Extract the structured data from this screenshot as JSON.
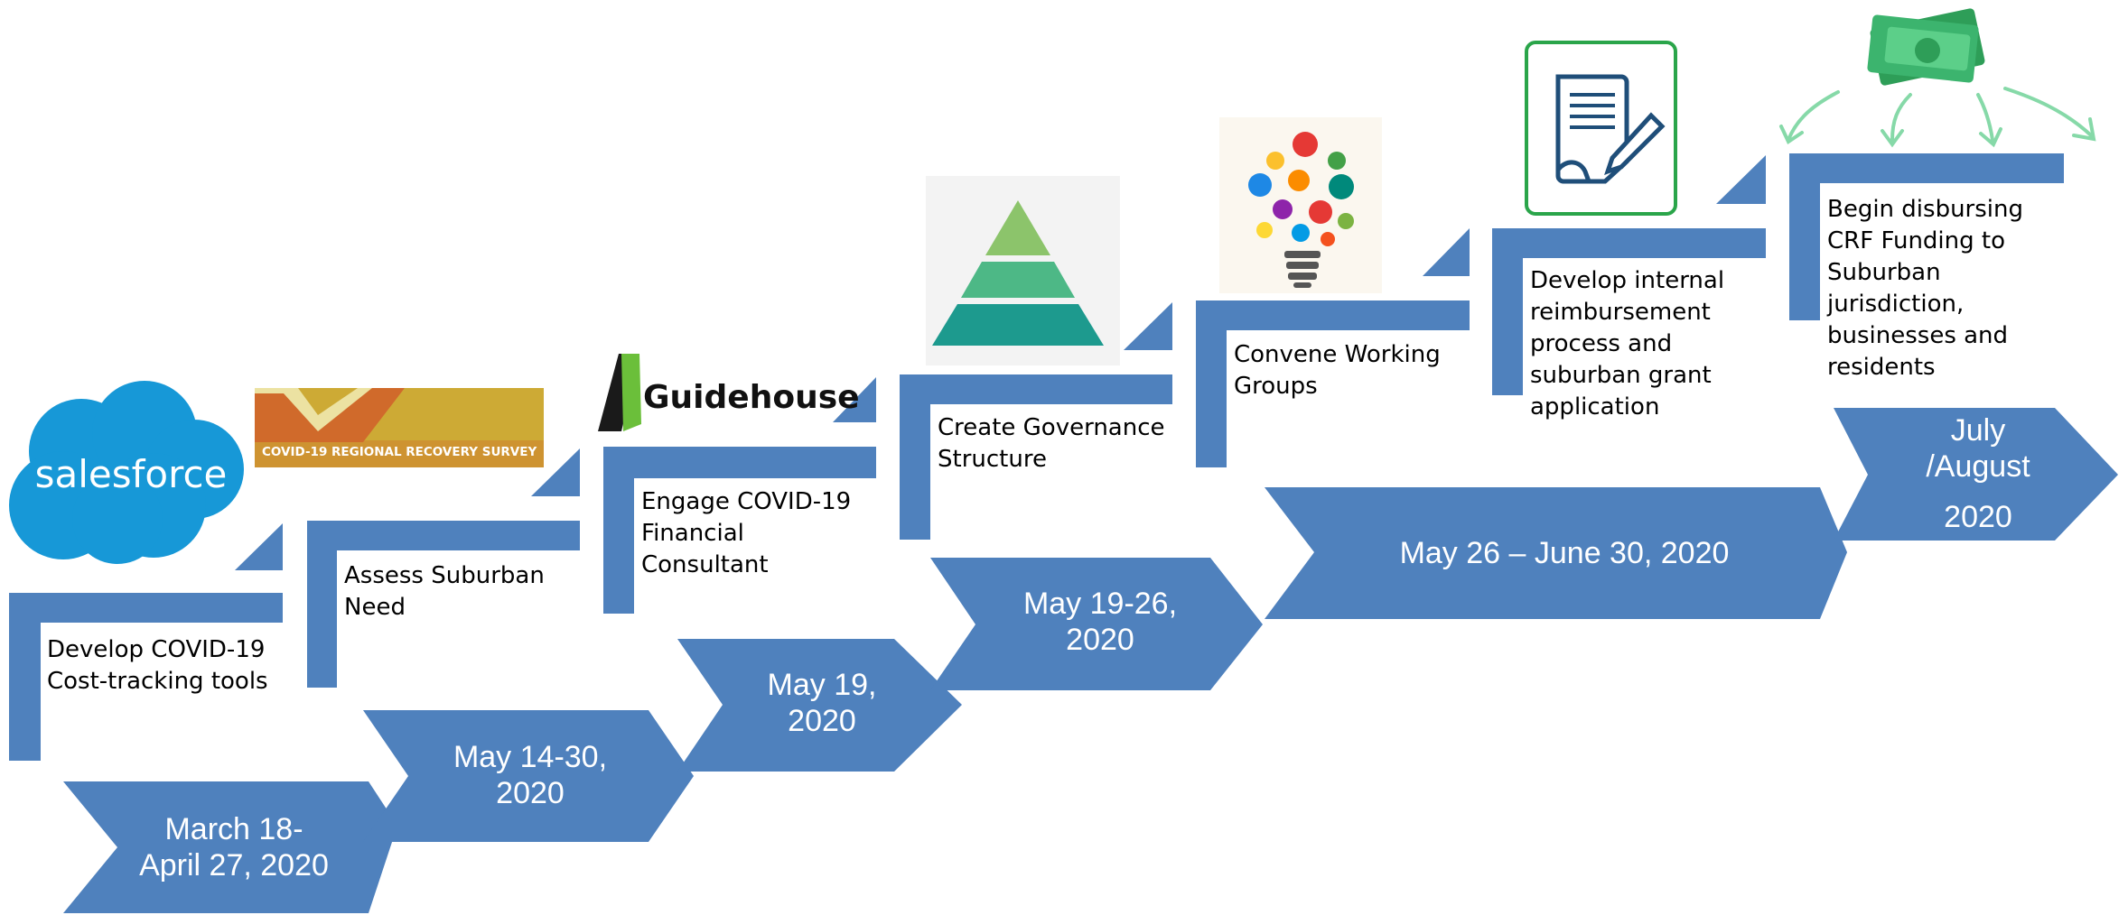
{
  "colors": {
    "timeline_blue": "#4f81bd",
    "salesforce_blue": "#1798d7",
    "survey_gold": "#cdaa35",
    "survey_orange": "#d06a2b",
    "pyramid_green": "#8cc46b",
    "money_green": "#3cb46e",
    "document_border": "#2aa54a"
  },
  "phases": [
    {
      "date_lines": [
        "March 18-",
        "April 27, 2020"
      ],
      "step_lines": [
        "Develop COVID-19",
        "Cost-tracking tools"
      ],
      "icon": "salesforce-logo-icon",
      "logo_text": "salesforce"
    },
    {
      "date_lines": [
        "May 14-30,",
        "2020"
      ],
      "step_lines": [
        "Assess Suburban",
        "Need"
      ],
      "icon": "covid-survey-logo-icon",
      "logo_text": "COVID-19 REGIONAL RECOVERY SURVEY"
    },
    {
      "date_lines": [
        "May 19,",
        "2020"
      ],
      "step_lines": [
        "Engage COVID-19",
        "Financial",
        "Consultant"
      ],
      "icon": "guidehouse-logo-icon",
      "logo_text": "Guidehouse"
    },
    {
      "date_lines": [
        "May 19-26,",
        "2020"
      ],
      "step_lines": [
        "Create Governance",
        "Structure"
      ],
      "icon": "pyramid-icon"
    },
    {
      "date_lines": [
        "May 26 – June 30, 2020"
      ],
      "step_lines": [
        "Convene Working",
        "Groups"
      ],
      "icon": "gear-lightbulb-icon"
    },
    {
      "date_lines": [],
      "step_lines": [
        "Develop internal",
        "reimbursement",
        "process and",
        "suburban grant",
        "application"
      ],
      "icon": "document-pen-icon"
    },
    {
      "date_lines": [
        "July",
        "/August",
        "2020"
      ],
      "step_lines": [
        "Begin disbursing",
        "CRF Funding to",
        "Suburban",
        "jurisdiction,",
        "businesses and",
        "residents"
      ],
      "icon": "money-icon"
    }
  ]
}
